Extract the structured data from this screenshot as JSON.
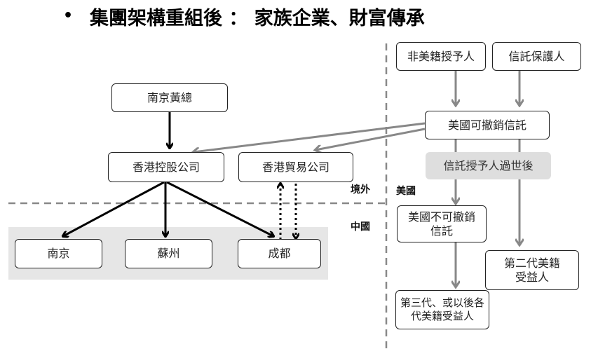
{
  "title": "集團架構重組後 ： 家族企業、財富傳承",
  "bullet": "•",
  "boxes": {
    "nanjing_huang": "南京黃總",
    "hk_holding": "香港控股公司",
    "hk_trading": "香港貿易公司",
    "nanjing": "南京",
    "suzhou": "蘇州",
    "chengdu": "成都",
    "grantor": "非美籍授予人",
    "protector": "信託保護人",
    "us_revocable": "美國可撤銷信託",
    "grantor_death": "信託授予人過世後",
    "us_irrevocable": "美國不可撤銷信託",
    "second_gen": "第二代美籍受益人",
    "third_gen": "第三代、或以後各代美籍受益人"
  },
  "labels": {
    "offshore": "境外",
    "usa": "美國",
    "china": "中國"
  }
}
